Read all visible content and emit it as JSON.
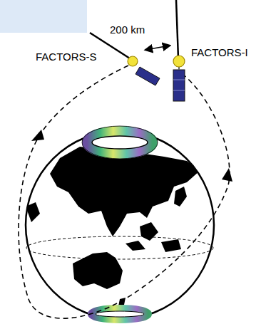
{
  "diagram": {
    "labels": [
      "200 km",
      "FACTORS-S",
      "FACTORS-I"
    ]
  }
}
